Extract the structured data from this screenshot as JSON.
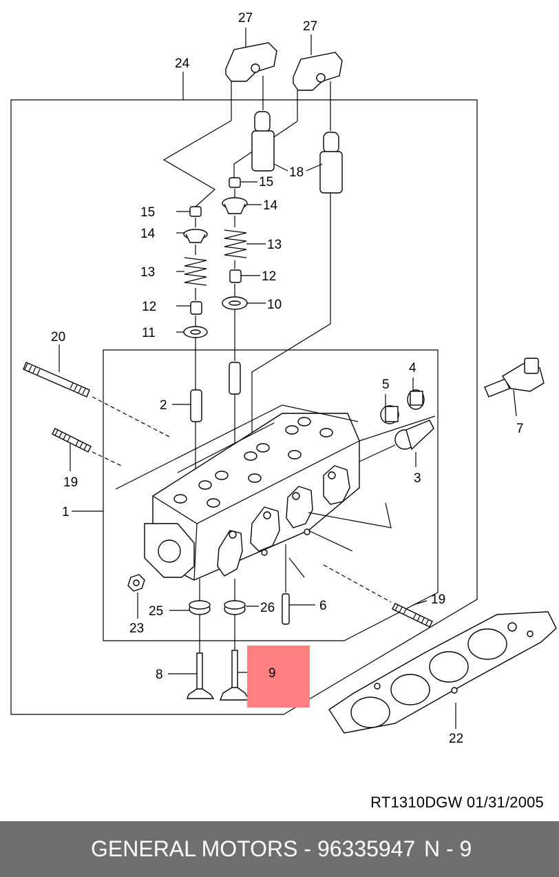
{
  "callouts": {
    "c27a": "27",
    "c27b": "27",
    "c24": "24",
    "c18": "18",
    "c15a": "15",
    "c15b": "15",
    "c14a": "14",
    "c14b": "14",
    "c13a": "13",
    "c13b": "13",
    "c12a": "12",
    "c12b": "12",
    "c11": "11",
    "c10": "10",
    "c20": "20",
    "c2": "2",
    "c5": "5",
    "c4": "4",
    "c7": "7",
    "c3": "3",
    "c19a": "19",
    "c19b": "19",
    "c1": "1",
    "c6": "6",
    "c25": "25",
    "c26": "26",
    "c23": "23",
    "c8": "8",
    "c9": "9",
    "c22": "22"
  },
  "highlight": {
    "color": "#ff8080",
    "label": "9"
  },
  "footer": {
    "reference": "RT1310DGW  01/31/2005",
    "brand_part": "GENERAL MOTORS - 96335947",
    "page": "N - 9",
    "bar_color": "#6f6f6f"
  }
}
